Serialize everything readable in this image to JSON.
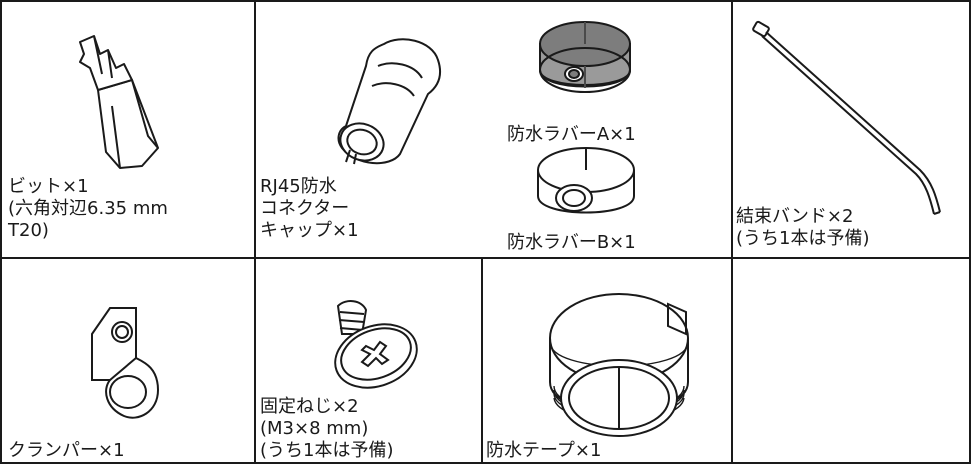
{
  "items": {
    "bit": {
      "label": "ビット×1\n(六角対辺6.35 mm\nT20)"
    },
    "rj45_cap": {
      "label": "RJ45防水\nコネクター\nキャップ×1"
    },
    "rubber_a": {
      "label": "防水ラバーA×1"
    },
    "rubber_b": {
      "label": "防水ラバーB×1"
    },
    "cable_tie": {
      "label": "結束バンド×2\n(うち1本は予備)"
    },
    "clamper": {
      "label": "クランパー×1"
    },
    "screw": {
      "label": "固定ねじ×2\n(M3×8 mm)\n(うち1本は予備)"
    },
    "tape": {
      "label": "防水テープ×1"
    }
  },
  "colors": {
    "line": "#1a1a1a",
    "rubber_a_top": "#7d7d7d",
    "rubber_a_side": "#9a9a9a"
  }
}
